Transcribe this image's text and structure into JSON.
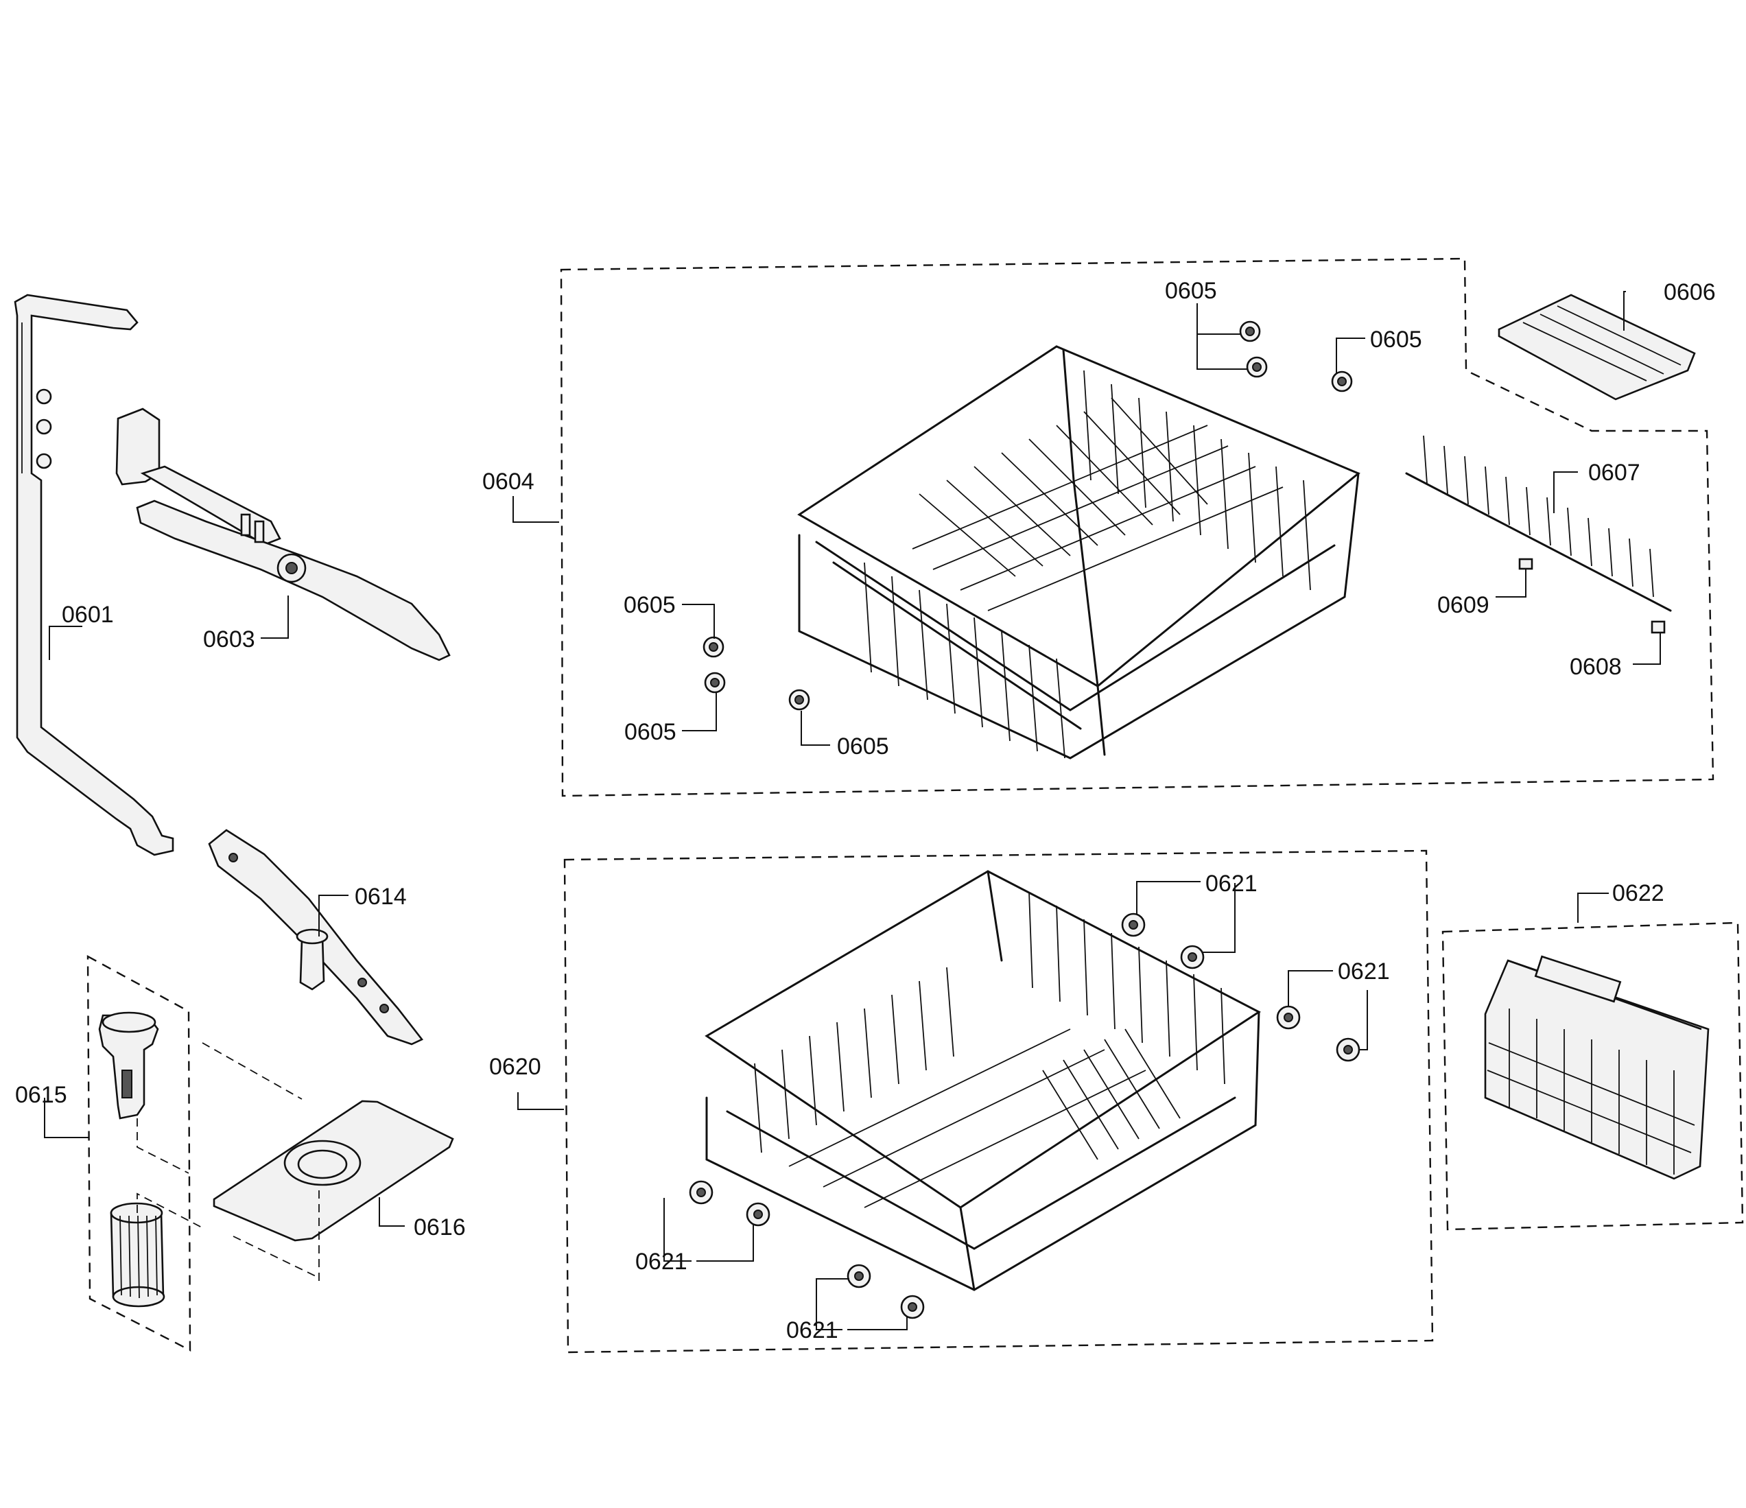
{
  "callouts": {
    "c0601": "0601",
    "c0603": "0603",
    "c0604": "0604",
    "c0605": "0605",
    "c0606": "0606",
    "c0607": "0607",
    "c0608": "0608",
    "c0609": "0609",
    "c0614": "0614",
    "c0615": "0615",
    "c0616": "0616",
    "c0620": "0620",
    "c0621": "0621",
    "c0622": "0622"
  }
}
